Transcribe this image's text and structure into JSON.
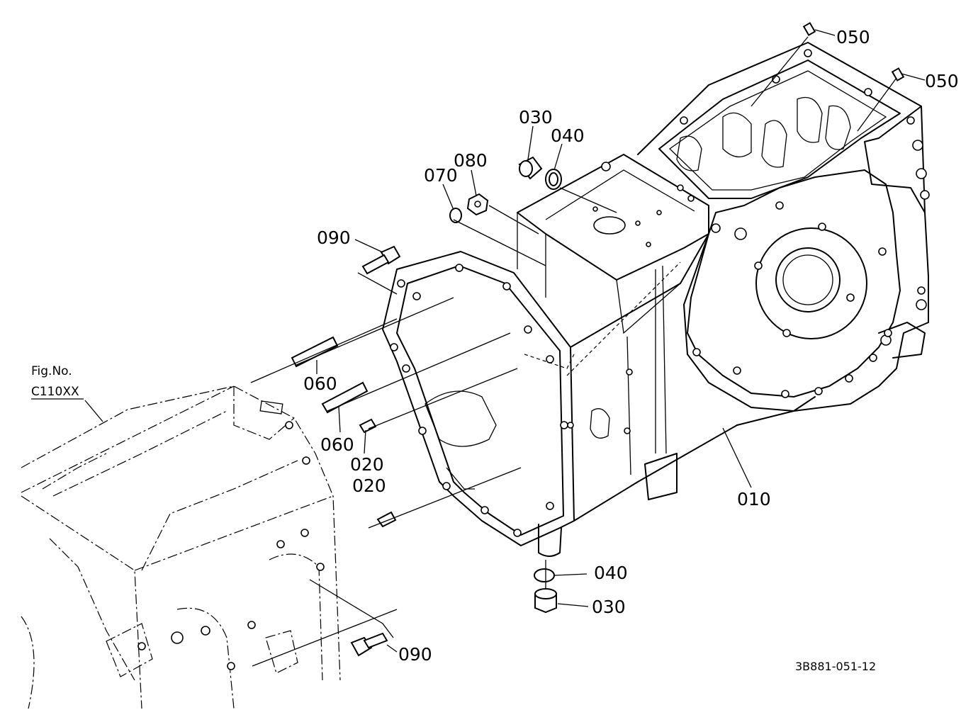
{
  "callouts": [
    {
      "id": "050a",
      "text": "050"
    },
    {
      "id": "050b",
      "text": "050"
    },
    {
      "id": "030a",
      "text": "030"
    },
    {
      "id": "040a",
      "text": "040"
    },
    {
      "id": "080",
      "text": "080"
    },
    {
      "id": "070",
      "text": "070"
    },
    {
      "id": "090a",
      "text": "090"
    },
    {
      "id": "060a",
      "text": "060"
    },
    {
      "id": "060b",
      "text": "060"
    },
    {
      "id": "020a",
      "text": "020"
    },
    {
      "id": "020b",
      "text": "020"
    },
    {
      "id": "010",
      "text": "010"
    },
    {
      "id": "040b",
      "text": "040"
    },
    {
      "id": "030b",
      "text": "030"
    },
    {
      "id": "090b",
      "text": "090"
    }
  ],
  "figure_ref": {
    "line1": "Fig.No.",
    "line2": "C110XX"
  },
  "drawing_number": "3B881-051-12"
}
